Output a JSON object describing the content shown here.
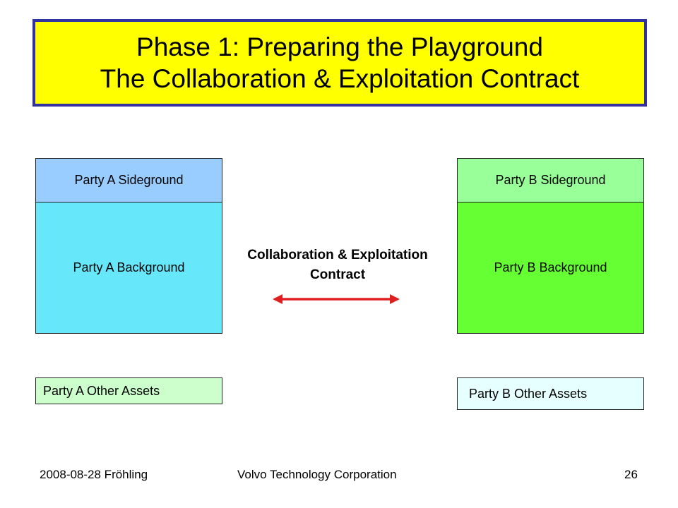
{
  "slide": {
    "title_line1": "Phase 1: Preparing the Playground",
    "title_line2": "The Collaboration & Exploitation Contract",
    "colors": {
      "title_bg": "#ffff00",
      "title_border": "#3333a0",
      "party_a_sideground": "#99ccff",
      "party_a_background": "#66e8fa",
      "party_b_sideground": "#99ff99",
      "party_b_background": "#66ff33",
      "other_assets_a": "#ccffcc",
      "other_assets_b": "#e6ffff",
      "arrow": "#e02020"
    }
  },
  "party_a": {
    "sideground": "Party A Sideground",
    "background": "Party A Background",
    "other_assets": "Party A  Other Assets"
  },
  "party_b": {
    "sideground": "Party B Sideground",
    "background": "Party B Background",
    "other_assets": "Party B Other Assets"
  },
  "contract": {
    "line1": "Collaboration & Exploitation",
    "line2": "Contract",
    "connector_icon": "double-headed-arrow-icon"
  },
  "footer": {
    "date_author": "2008-08-28 Fröhling",
    "company": "Volvo Technology Corporation",
    "page_number": "26"
  }
}
